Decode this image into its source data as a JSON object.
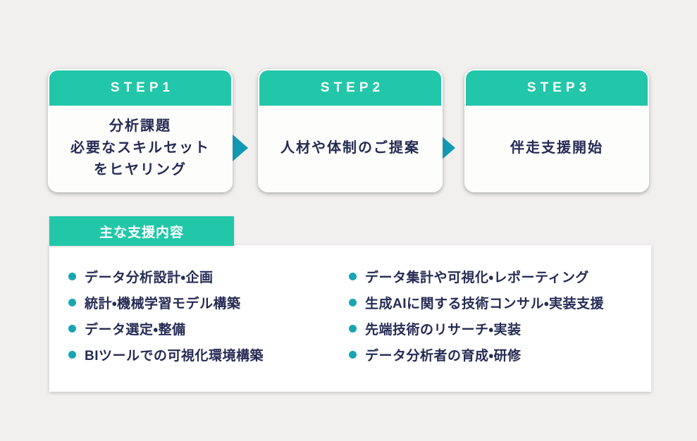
{
  "colors": {
    "background": "#f1f0ef",
    "step_header_teal": "#22c7a9",
    "arrow_teal": "#1199b3",
    "bullet_teal": "#18a5b2",
    "text_navy": "#262b54",
    "card_white": "#fdfdfc"
  },
  "steps": [
    {
      "label": "STEP1",
      "lines": [
        "分析課題",
        "必要なスキルセット",
        "をヒヤリング"
      ]
    },
    {
      "label": "STEP2",
      "lines": [
        "人材や体制のご提案"
      ]
    },
    {
      "label": "STEP3",
      "lines": [
        "伴走支援開始"
      ]
    }
  ],
  "support": {
    "title": "主な支援内容",
    "left_items": [
      "データ分析設計・企画",
      "統計・機械学習モデル構築",
      "データ選定・整備",
      "BIツールでの可視化環境構築"
    ],
    "right_items": [
      "データ集計や可視化・レポーティング",
      "生成AIに関する技術コンサル・実装支援",
      "先端技術のリサーチ・実装",
      "データ分析者の育成・研修"
    ]
  }
}
